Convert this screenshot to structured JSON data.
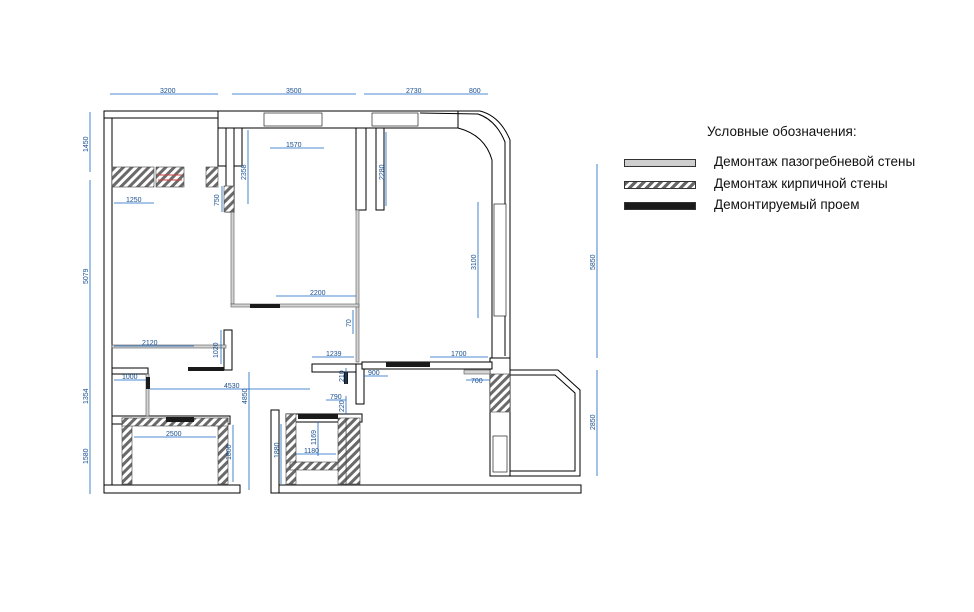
{
  "legend": {
    "title": "Условные обозначения:",
    "items": [
      {
        "label": "Демонтаж пазогребневой стены"
      },
      {
        "label": "Демонтаж кирпичной стены"
      },
      {
        "label": "Демонтируемый проем"
      }
    ]
  },
  "dimensions": {
    "top_1": "3200",
    "top_2": "3500",
    "top_3": "2730",
    "top_4": "800",
    "left_1": "1450",
    "left_2": "5079",
    "left_3": "1354",
    "left_4": "1580",
    "right_1": "5850",
    "right_2": "2850",
    "room_1570": "1570",
    "room_2358": "2358",
    "room_2280": "2280",
    "room_1250": "1250",
    "room_750": "750",
    "room_3100": "3100",
    "room_2200": "2200",
    "room_70": "70",
    "room_2120": "2120",
    "room_1020": "1020",
    "room_1239": "1239",
    "room_1700": "1700",
    "room_1000": "1000",
    "room_4530": "4530",
    "room_210": "210",
    "room_900": "900",
    "room_700": "700",
    "room_4850": "4850",
    "room_790": "790",
    "room_220": "220",
    "room_2500": "2500",
    "room_1800": "1800",
    "room_1880": "1880",
    "room_1169": "1169",
    "room_1180": "1180"
  }
}
